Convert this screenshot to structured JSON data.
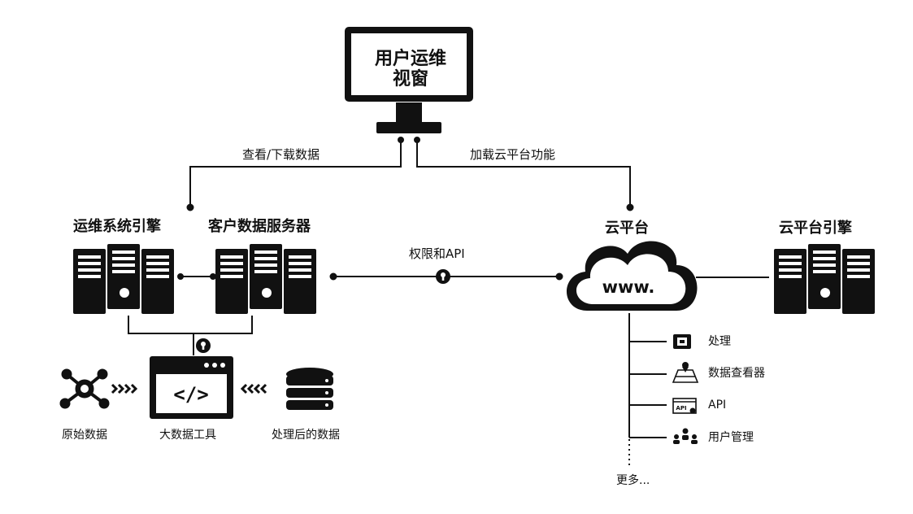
{
  "monitor": {
    "line1": "用户运维",
    "line2": "视窗"
  },
  "links": {
    "view_download": "查看/下载数据",
    "load_cloud": "加载云平台功能",
    "permission_api": "权限和API"
  },
  "nodes": {
    "ops_engine": "运维系统引擎",
    "customer_server": "客户数据服务器",
    "cloud": "云平台",
    "cloud_engine": "云平台引擎",
    "www": "www."
  },
  "pipeline": {
    "raw": "原始数据",
    "tool": "大数据工具",
    "processed": "处理后的数据",
    "code": "</>"
  },
  "cloud_features": [
    {
      "label": "处理",
      "icon": "chip-icon"
    },
    {
      "label": "数据查看器",
      "icon": "map-pin-icon"
    },
    {
      "label": "API",
      "icon": "api-window-icon"
    },
    {
      "label": "用户管理",
      "icon": "users-icon"
    }
  ],
  "more": "更多..."
}
